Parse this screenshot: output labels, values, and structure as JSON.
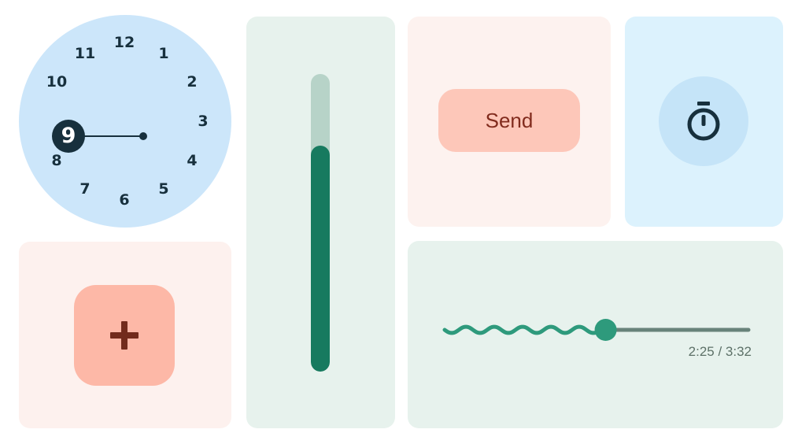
{
  "clock": {
    "numbers": [
      "12",
      "1",
      "2",
      "3",
      "4",
      "5",
      "6",
      "7",
      "8",
      "10",
      "11"
    ],
    "selected": "9"
  },
  "fab": {
    "icon": "plus-icon"
  },
  "vertical_slider": {
    "value": 0.76
  },
  "send_button": {
    "label": "Send"
  },
  "timer_button": {
    "icon": "timer-icon"
  },
  "media": {
    "time_label": "2:25 / 3:32",
    "progress": 0.53
  },
  "colors": {
    "clock_face": "#cce6fa",
    "clock_ink": "#17303d",
    "fab": "#fdb8a7",
    "slider_fill": "#177a5f",
    "send_button": "#fdc7b9",
    "timer_button": "#c5e4f8",
    "wave": "#2e9a7c"
  }
}
